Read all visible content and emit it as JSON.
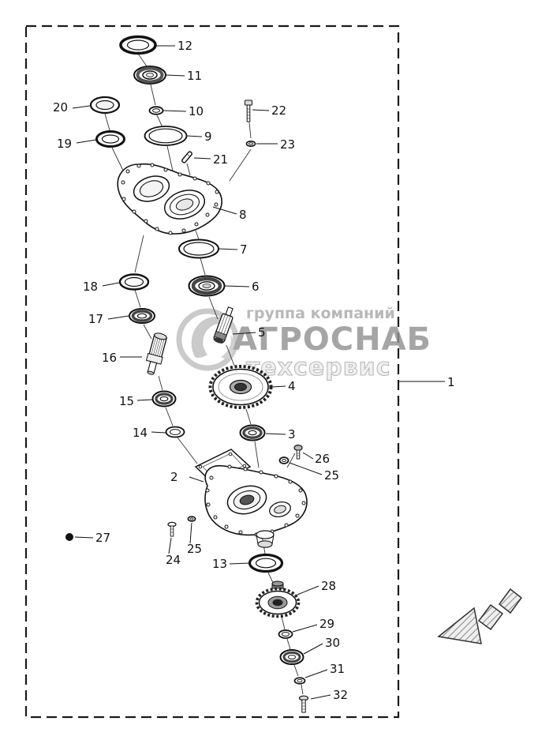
{
  "diagram": {
    "labels": [
      {
        "text": "12"
      },
      {
        "text": "11"
      },
      {
        "text": "20"
      },
      {
        "text": "10"
      },
      {
        "text": "22"
      },
      {
        "text": "19"
      },
      {
        "text": "9"
      },
      {
        "text": "23"
      },
      {
        "text": "21"
      },
      {
        "text": "8"
      },
      {
        "text": "7"
      },
      {
        "text": "18"
      },
      {
        "text": "6"
      },
      {
        "text": "17"
      },
      {
        "text": "5"
      },
      {
        "text": "16"
      },
      {
        "text": "4"
      },
      {
        "text": "15"
      },
      {
        "text": "3"
      },
      {
        "text": "14"
      },
      {
        "text": "26"
      },
      {
        "text": "25"
      },
      {
        "text": "2"
      },
      {
        "text": "1"
      },
      {
        "text": "27"
      },
      {
        "text": "24"
      },
      {
        "text": "25"
      },
      {
        "text": "13"
      },
      {
        "text": "28"
      },
      {
        "text": "29"
      },
      {
        "text": "30"
      },
      {
        "text": "31"
      },
      {
        "text": "32"
      }
    ],
    "watermark": {
      "line1": "группа компаний",
      "line2": "АГРОСНАБ",
      "line3": "техсервис"
    },
    "colors": {
      "line": "#111111",
      "watermark_gray": "#9a9a9a"
    }
  }
}
